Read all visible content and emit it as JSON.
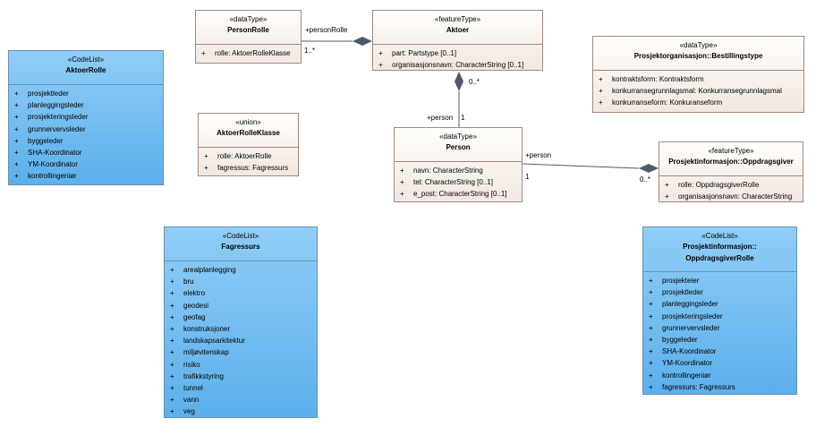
{
  "classes": {
    "personrolle": {
      "stereotype": "«dataType»",
      "name": "PersonRolle",
      "attributes": [
        {
          "vis": "+",
          "text": "rolle: AktoerRolleKlasse"
        }
      ]
    },
    "aktoer": {
      "stereotype": "«featureType»",
      "name": "Aktoer",
      "attributes": [
        {
          "vis": "+",
          "text": "part: Partstype [0..1]"
        },
        {
          "vis": "+",
          "text": "organisasjonsnavn: CharacterString [0..1]"
        }
      ]
    },
    "bestillingstype": {
      "stereotype": "«dataType»",
      "name": "Prosjektorganisasjon::Bestillingstype",
      "attributes": [
        {
          "vis": "+",
          "text": "kontraktsform: Kontraktsform"
        },
        {
          "vis": "+",
          "text": "konkurransegrunnlagsmal: Konkurransegrunnlagsmal"
        },
        {
          "vis": "+",
          "text": "konkurranseform: Konkuranseform"
        }
      ]
    },
    "aktoerrolle": {
      "stereotype": "«CodeList»",
      "name": "AktoerRolle",
      "attributes": [
        {
          "vis": "+",
          "text": "prosjektleder"
        },
        {
          "vis": "+",
          "text": "planleggingsleder"
        },
        {
          "vis": "+",
          "text": "prosjekteringsleder"
        },
        {
          "vis": "+",
          "text": "grunnervervsleder"
        },
        {
          "vis": "+",
          "text": "byggeleder"
        },
        {
          "vis": "+",
          "text": "SHA-Koordinator"
        },
        {
          "vis": "+",
          "text": "YM-Koordinator"
        },
        {
          "vis": "+",
          "text": "kontrollingeniør"
        }
      ]
    },
    "aktoerrolleklasse": {
      "stereotype": "«union»",
      "name": "AktoerRolleKlasse",
      "attributes": [
        {
          "vis": "+",
          "text": "rolle: AktoerRolle"
        },
        {
          "vis": "+",
          "text": "fagressus: Fagressurs"
        }
      ]
    },
    "person": {
      "stereotype": "«dataType»",
      "name": "Person",
      "attributes": [
        {
          "vis": "+",
          "text": "navn: CharacterString"
        },
        {
          "vis": "+",
          "text": "tel: CharacterString [0..1]"
        },
        {
          "vis": "+",
          "text": "e_post: CharacterString [0..1]"
        }
      ]
    },
    "oppdragsgiver": {
      "stereotype": "«featureType»",
      "name": "Prosjektinformasjon::Oppdragsgiver",
      "attributes": [
        {
          "vis": "+",
          "text": "rolle: OppdragsgiverRolle"
        },
        {
          "vis": "+",
          "text": "organisasjonsnavn: CharacterString"
        }
      ]
    },
    "fagressurs": {
      "stereotype": "«CodeList»",
      "name": "Fagressurs",
      "attributes": [
        {
          "vis": "+",
          "text": "arealplanlegging"
        },
        {
          "vis": "+",
          "text": "bru"
        },
        {
          "vis": "+",
          "text": "elektro"
        },
        {
          "vis": "+",
          "text": "geodesi"
        },
        {
          "vis": "+",
          "text": "geofag"
        },
        {
          "vis": "+",
          "text": "konstruksjoner"
        },
        {
          "vis": "+",
          "text": "landskapsarkitektur"
        },
        {
          "vis": "+",
          "text": "miljøvitenskap"
        },
        {
          "vis": "+",
          "text": "risiko"
        },
        {
          "vis": "+",
          "text": "trafikkstyring"
        },
        {
          "vis": "+",
          "text": "tunnel"
        },
        {
          "vis": "+",
          "text": "vann"
        },
        {
          "vis": "+",
          "text": "veg"
        }
      ]
    },
    "oppdragsgiverrolle": {
      "stereotype": "«CodeList»",
      "name_line1": "Prosjektinformasjon::",
      "name_line2": "OppdragsgiverRolle",
      "attributes": [
        {
          "vis": "+",
          "text": "prosjekteier"
        },
        {
          "vis": "+",
          "text": "prosjektleder"
        },
        {
          "vis": "+",
          "text": "planleggingsleder"
        },
        {
          "vis": "+",
          "text": "prosjekteringsleder"
        },
        {
          "vis": "+",
          "text": "grunnervervsleder"
        },
        {
          "vis": "+",
          "text": "byggeleder"
        },
        {
          "vis": "+",
          "text": "SHA-Koordinator"
        },
        {
          "vis": "+",
          "text": "YM-Koordinator"
        },
        {
          "vis": "+",
          "text": "kontrollingeniør"
        },
        {
          "vis": "+",
          "text": "fagressurs: Fagressurs"
        }
      ]
    }
  },
  "associations": {
    "personrolle_aktoer": {
      "role": "+personRolle",
      "multiplicity": "1..*"
    },
    "aktoer_person": {
      "role": "+person",
      "source_multiplicity": "0..*",
      "target_multiplicity": "1"
    },
    "person_oppdragsgiver": {
      "role": "+person",
      "source_multiplicity": "1",
      "target_multiplicity": "0..*"
    }
  },
  "colors": {
    "datatype_fill": "#f5ede7",
    "codelist_fill": "#74bff2",
    "border": "#a08a7c",
    "line": "#4d5a6b"
  }
}
